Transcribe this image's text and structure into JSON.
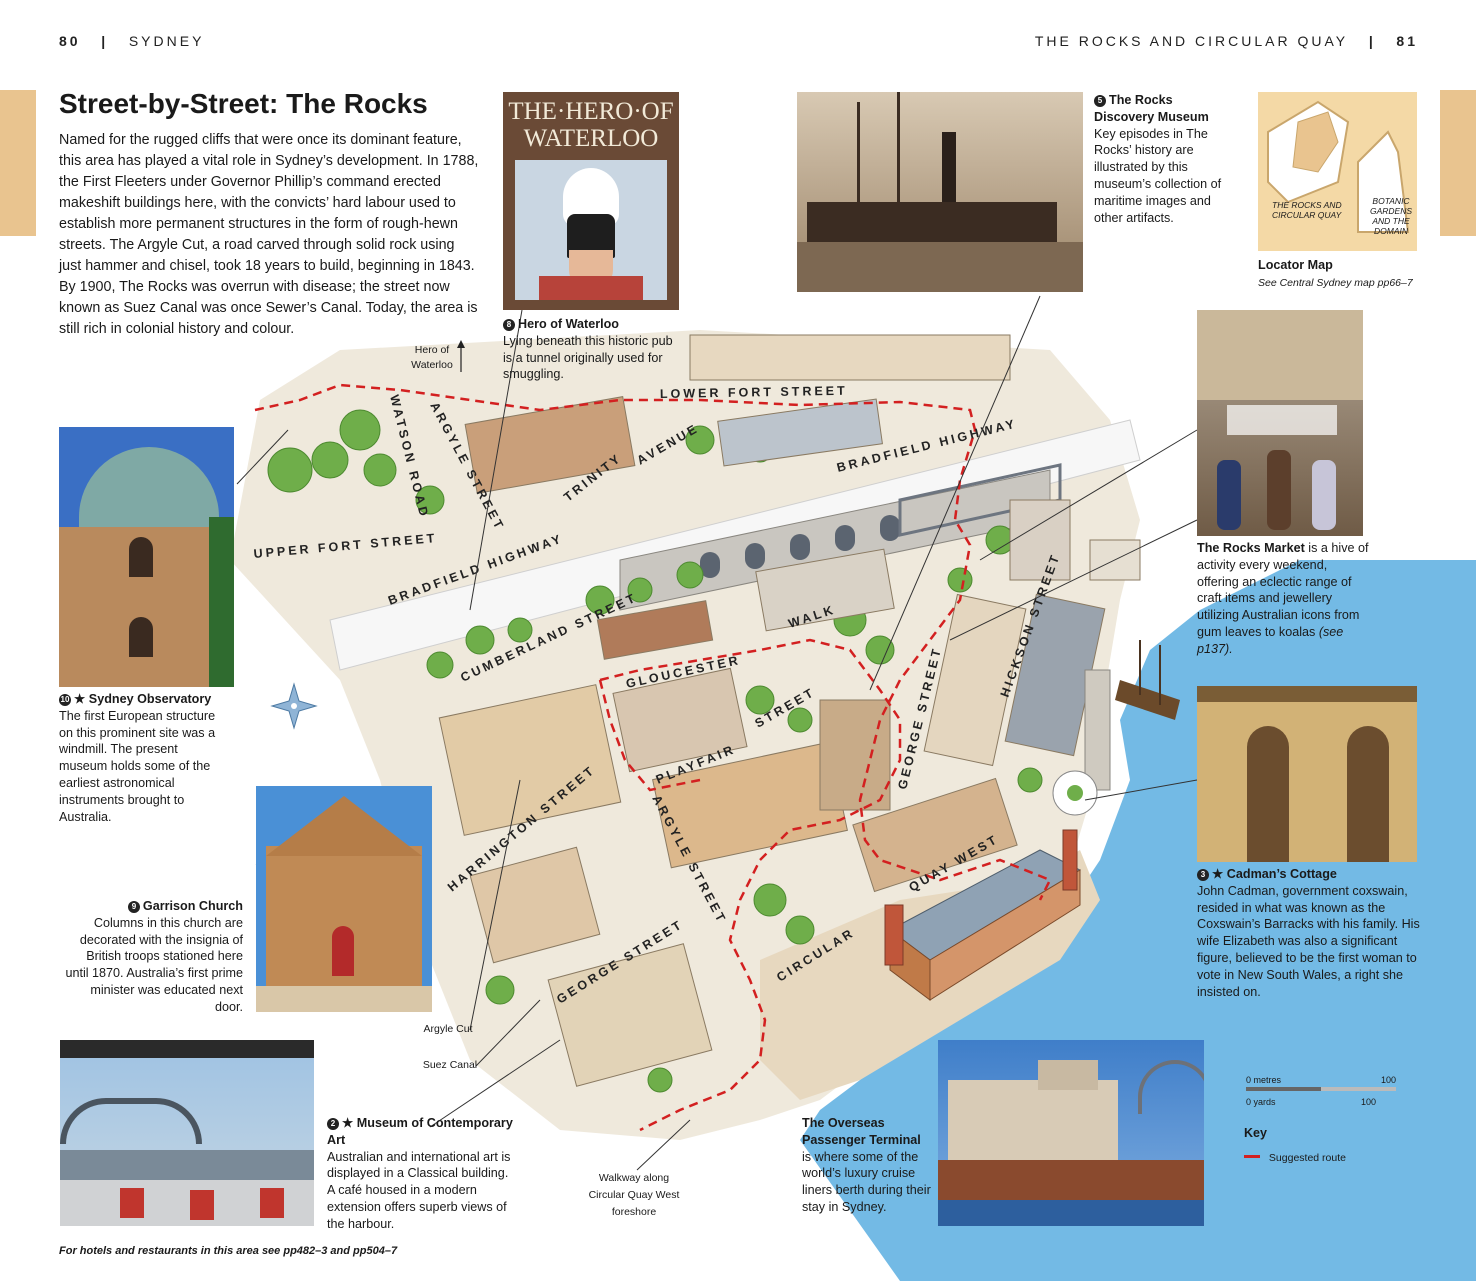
{
  "header": {
    "left_page": "80",
    "left_section": "SYDNEY",
    "right_section": "THE ROCKS AND CIRCULAR QUAY",
    "right_page": "81"
  },
  "title": "Street-by-Street: The Rocks",
  "intro": "Named for the rugged cliffs that were once its dominant feature, this area has played a vital role in Sydney’s development. In 1788, the First Fleeters under Governor Phillip’s command erected makeshift buildings here, with the convicts’ hard labour used to establish more permanent structures in the form of rough-hewn streets. The Argyle Cut, a road carved through solid rock using just hammer and chisel, took 18 years to build, beginning in 1843. By 1900, The Rocks was overrun with disease; the street now known as Suez Canal was once Sewer’s Canal. Today, the area is still rich in colonial history and colour.",
  "sign_text_line1": "THE·HERO·OF",
  "sign_text_line2": "WATERLOO",
  "captions": {
    "hero": {
      "num": "8",
      "title": "Hero of Waterloo",
      "text": "Lying beneath this historic pub is a tunnel originally used for smuggling."
    },
    "museum_rocks": {
      "num": "5",
      "title": "The Rocks Discovery Museum",
      "text": "Key episodes in The Rocks’ history are illustrated by this museum’s collection of maritime images and other artifacts."
    },
    "locator": {
      "title": "Locator Map",
      "text": "See Central Sydney map pp66–7",
      "label_rocks": "THE ROCKS AND CIRCULAR QUAY",
      "label_gardens": "BOTANIC GARDENS AND THE DOMAIN"
    },
    "market": {
      "title": "The Rocks Market",
      "text": " is a hive of activity every weekend, offering an eclectic range of craft items and jewellery utilizing Australian icons from gum leaves to koalas",
      "ref": "(see p137)."
    },
    "observatory": {
      "num": "10",
      "title": "★ Sydney Observatory",
      "text": "The first European structure on this prominent site was a windmill. The present museum holds some of the earliest astronomical instruments brought to Australia."
    },
    "garrison": {
      "num": "9",
      "title": "Garrison Church",
      "text": "Columns in this church are decorated with the insignia of British troops stationed here until 1870. Australia’s first prime minister was educated next door."
    },
    "cadman": {
      "num": "3",
      "title": "★ Cadman’s Cottage",
      "text": "John Cadman, government coxswain, resided in what was known as the Coxswain’s Barracks with his family. His wife Elizabeth was also a significant figure, believed to be the first woman to vote in New South Wales, a right she insisted on."
    },
    "mca": {
      "num": "2",
      "title": "★ Museum of Contemporary Art",
      "text": "Australian and international art is displayed in a Classical building. A café housed in a modern extension offers superb views of the harbour."
    },
    "overseas": {
      "title": "The Overseas Passenger Terminal",
      "text": "is where some of the world’s luxury cruise liners berth during their stay in Sydney."
    }
  },
  "map_labels": {
    "hero_of_waterloo": "Hero of Waterloo",
    "argyle_cut": "Argyle Cut",
    "suez_canal": "Suez Canal",
    "walkway": "Walkway along Circular Quay West foreshore"
  },
  "streets": {
    "lower_fort": "LOWER   FORT STREET",
    "bradfield_top": "BRADFIELD   HIGHWAY",
    "watson": "WATSON ROAD",
    "argyle_top": "ARGYLE STREET",
    "trinity": "TRINITY",
    "avenue": "AVENUE",
    "upper_fort": "UPPER FORT STREET",
    "bradfield_left": "BRADFIELD   HIGHWAY",
    "cumberland": "CUMBERLAND STREET",
    "gloucester": "GLOUCESTER",
    "walk": "WALK",
    "playfair": "PLAYFAIR",
    "street_pf": "STREET",
    "george_top": "GEORGE  STREET",
    "hickson": "HICKSON   STREET",
    "harrington": "HARRINGTON STREET",
    "argyle_bottom": "ARGYLE STREET",
    "quay_west": "QUAY WEST",
    "circular": "CIRCULAR",
    "george_bottom": "GEORGE  STREET"
  },
  "scale": {
    "metres_label": "0 metres",
    "metres_value": "100",
    "yards_label": "0 yards",
    "yards_value": "100"
  },
  "key": {
    "title": "Key",
    "route": "Suggested route"
  },
  "footer": "For hotels and restaurants in this area see pp482–3 and pp504–7",
  "colors": {
    "tab": "#e9c48f",
    "route": "#d32020",
    "water": "#4aa3d8",
    "accent_text": "#1a1a1a"
  }
}
